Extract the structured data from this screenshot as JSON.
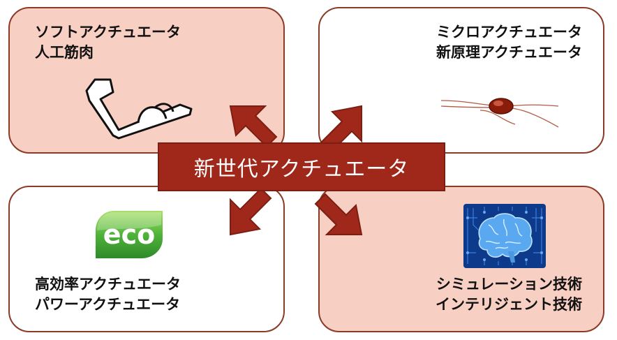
{
  "center": {
    "title": "新世代アクチュエータ"
  },
  "panels": {
    "top_left": {
      "lines": [
        "ソフトアクチュエータ",
        "人工筋肉"
      ]
    },
    "top_right": {
      "lines": [
        "ミクロアクチュエータ",
        "新原理アクチュエータ"
      ]
    },
    "bottom_left": {
      "lines": [
        "高効率アクチュエータ",
        "パワーアクチュエータ"
      ]
    },
    "bottom_right": {
      "lines": [
        "シミュレーション技術",
        "インテリジェント技術"
      ]
    }
  },
  "eco_badge": {
    "text": "eco"
  },
  "colors": {
    "panel_pink": "#f8cfc3",
    "panel_border": "#8a3a26",
    "center_fill": "#a0281a",
    "arrow_fill": "#a0281a",
    "eco_green": "#3fa43a",
    "brain_blue": "#3b8fe0"
  }
}
